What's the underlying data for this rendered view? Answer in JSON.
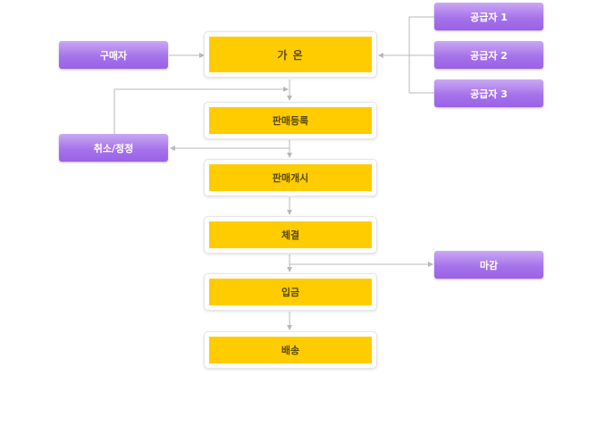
{
  "hub": "가  온",
  "steps": [
    "판매등록",
    "판매개시",
    "체결",
    "입금",
    "배송"
  ],
  "buyer": "구매자",
  "cancel": "취소/정정",
  "suppliers": [
    "공급자 1",
    "공급자 2",
    "공급자 3"
  ],
  "deadline": "마감",
  "colors": {
    "step_fill": "#ffcc00",
    "actor_fill": "#a673ea",
    "connector": "#b8b8b8"
  }
}
